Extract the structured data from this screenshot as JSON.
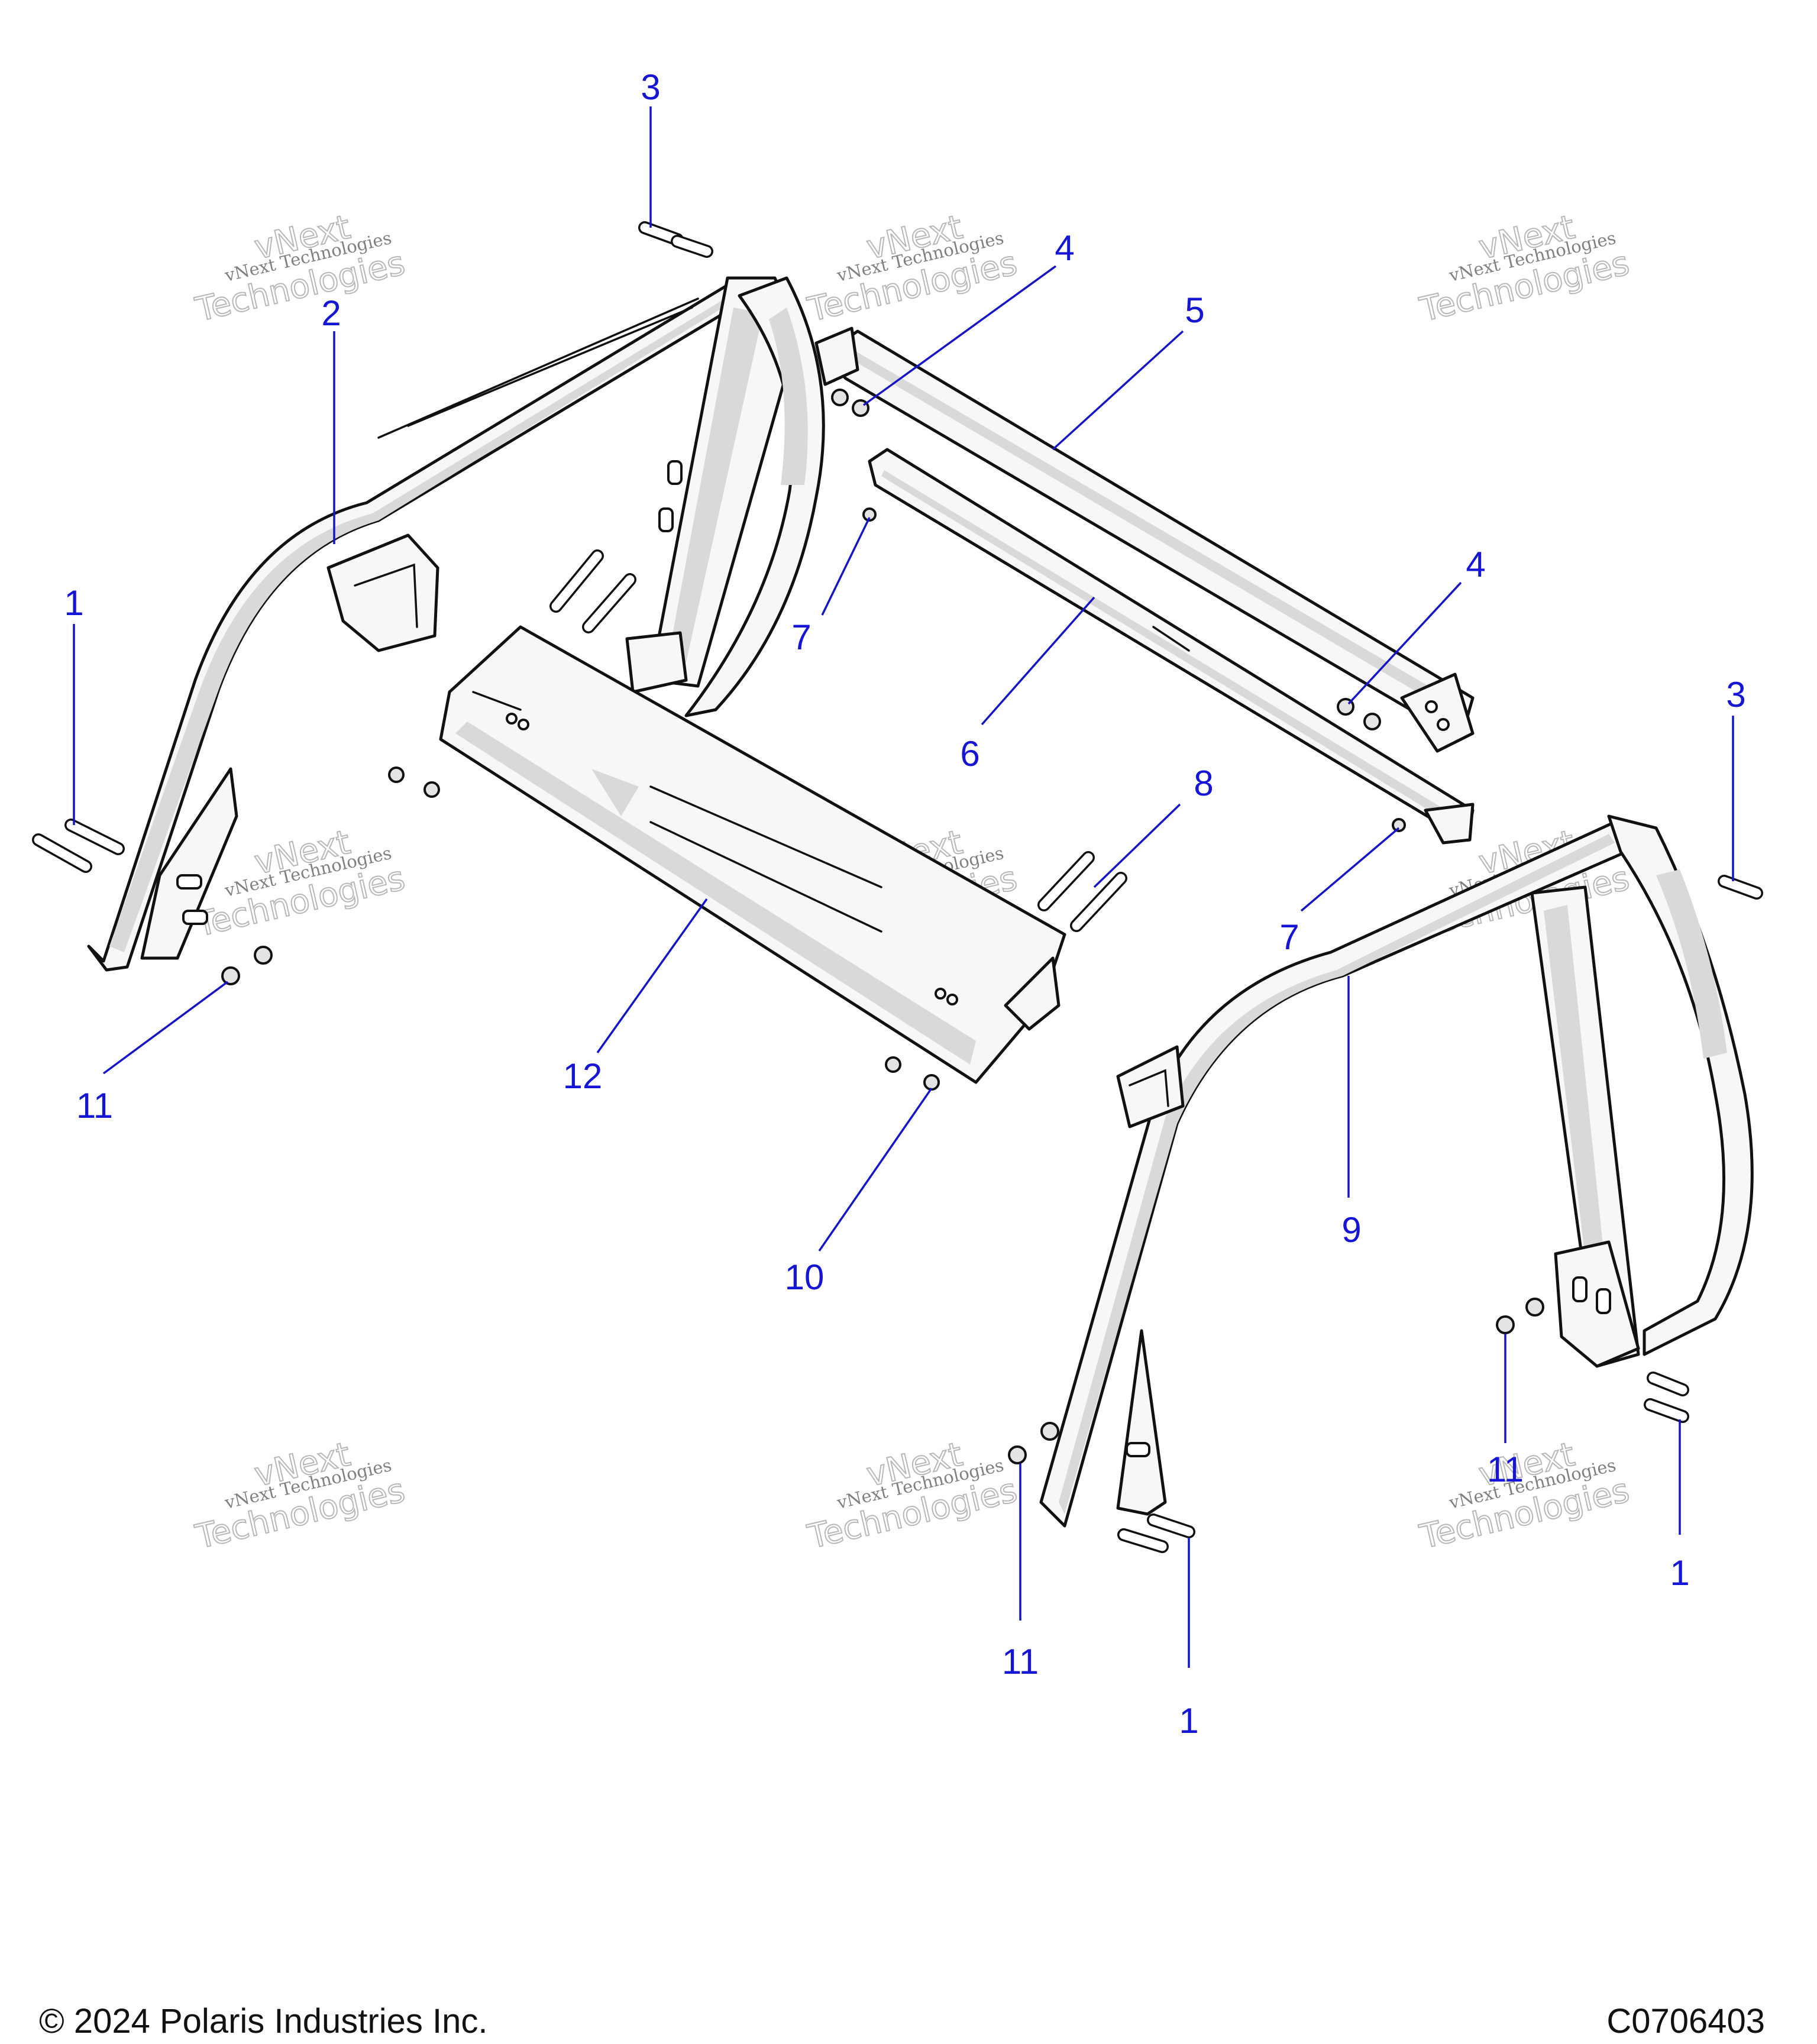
{
  "callouts": [
    {
      "id": "c1a",
      "label": "1"
    },
    {
      "id": "c2",
      "label": "2"
    },
    {
      "id": "c3a",
      "label": "3"
    },
    {
      "id": "c4a",
      "label": "4"
    },
    {
      "id": "c5",
      "label": "5"
    },
    {
      "id": "c4b",
      "label": "4"
    },
    {
      "id": "c7a",
      "label": "7"
    },
    {
      "id": "c6",
      "label": "6"
    },
    {
      "id": "c3b",
      "label": "3"
    },
    {
      "id": "c8",
      "label": "8"
    },
    {
      "id": "c7b",
      "label": "7"
    },
    {
      "id": "c11a",
      "label": "11"
    },
    {
      "id": "c12",
      "label": "12"
    },
    {
      "id": "c10",
      "label": "10"
    },
    {
      "id": "c9",
      "label": "9"
    },
    {
      "id": "c11b",
      "label": "11"
    },
    {
      "id": "c1b",
      "label": "1"
    },
    {
      "id": "c11c",
      "label": "11"
    },
    {
      "id": "c1c",
      "label": "1"
    }
  ],
  "watermark": {
    "line1": "vNext Technologies",
    "line2": "vNext",
    "line3": "Technologies"
  },
  "footer": {
    "copyright": "© 2024 Polaris Industries Inc.",
    "code": "C0706403"
  }
}
